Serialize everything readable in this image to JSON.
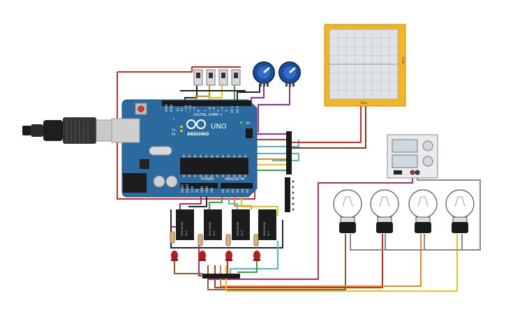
{
  "board": {
    "aref": "AREF",
    "gnd": "GND",
    "digital_label": "DIGITAL (PWM~)",
    "pins_digital": [
      "13",
      "12",
      "~11",
      "~10",
      "~9",
      "8",
      "7",
      "~6",
      "~5",
      "4",
      "~3",
      "2",
      "TX 1",
      "RX 0"
    ],
    "logo_text": "ARDUINO",
    "model": "UNO",
    "on_label": "ON",
    "tx": "TX",
    "rx": "RX",
    "l_label": "L",
    "power_label": "POWER",
    "power_pins": [
      "IOREF",
      "RESET",
      "3.3V",
      "5V",
      "GND",
      "GND",
      "VIN"
    ],
    "analog_label": "ANALOG IN",
    "analog_pins": [
      "A0",
      "A1",
      "A2",
      "A3",
      "A4",
      "A5"
    ]
  },
  "oscilloscope": {
    "side_label": "5 Div",
    "bottom_label": "Time"
  },
  "relay_text": [
    "SRD-05VDC",
    "SL-C"
  ],
  "colors": {
    "board": "#2b6a9e",
    "scope": "#f3b622",
    "red": "#d42a2a",
    "purple": "#9b2d96",
    "yellow": "#e2c81d",
    "green": "#3aa33a",
    "brown": "#8a5a2b",
    "orange": "#e08a22",
    "teal": "#56b7c3",
    "magenta": "#b0306f",
    "gray": "#8a8a8a"
  },
  "icons": [
    "usb-cable-icon",
    "arduino-infinity-logo-icon",
    "potentiometer-icon",
    "relay-icon",
    "led-icon",
    "light-bulb-icon",
    "power-supply-icon",
    "slide-switch-icon",
    "header-strip-icon"
  ]
}
